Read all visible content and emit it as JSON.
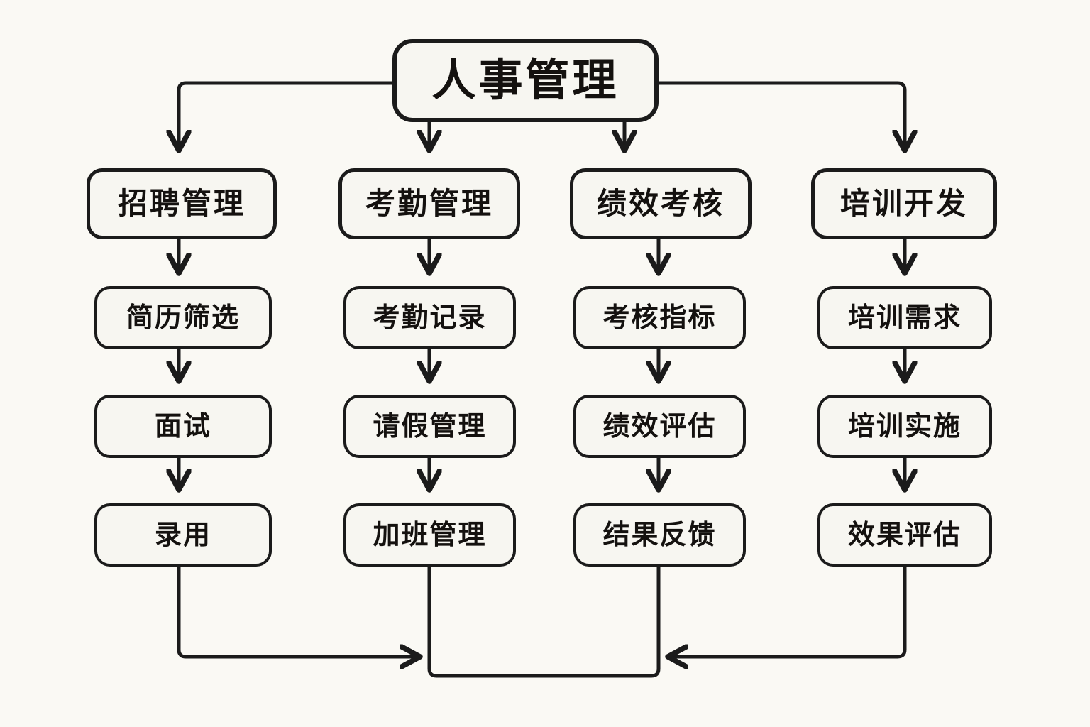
{
  "diagram": {
    "title": "人事管理",
    "type": "flowchart",
    "background_color": "#faf9f4",
    "node_fill_color": "#f7f6f1",
    "node_border_color": "#1b1b1b",
    "text_color": "#14110f",
    "root": {
      "id": "root",
      "label": "人事管理"
    },
    "columns": [
      {
        "id": "col-recruitment",
        "header": "招聘管理",
        "steps": [
          "简历筛选",
          "面试",
          "录用"
        ]
      },
      {
        "id": "col-attendance",
        "header": "考勤管理",
        "steps": [
          "考勤记录",
          "请假管理",
          "加班管理"
        ]
      },
      {
        "id": "col-performance",
        "header": "绩效考核",
        "steps": [
          "考核指标",
          "绩效评估",
          "结果反馈"
        ]
      },
      {
        "id": "col-training",
        "header": "培训开发",
        "steps": [
          "培训需求",
          "培训实施",
          "效果评估"
        ]
      }
    ],
    "edges": [
      {
        "from": "人事管理",
        "to": "招聘管理",
        "style": "elbow-arrow"
      },
      {
        "from": "人事管理",
        "to": "考勤管理",
        "style": "elbow-arrow"
      },
      {
        "from": "人事管理",
        "to": "绩效考核",
        "style": "elbow-arrow"
      },
      {
        "from": "人事管理",
        "to": "培训开发",
        "style": "elbow-arrow"
      },
      {
        "from": "招聘管理",
        "to": "简历筛选",
        "style": "straight-arrow"
      },
      {
        "from": "简历筛选",
        "to": "面试",
        "style": "straight-arrow"
      },
      {
        "from": "面试",
        "to": "录用",
        "style": "straight-arrow"
      },
      {
        "from": "考勤管理",
        "to": "考勤记录",
        "style": "straight-arrow"
      },
      {
        "from": "考勤记录",
        "to": "请假管理",
        "style": "straight-arrow"
      },
      {
        "from": "请假管理",
        "to": "加班管理",
        "style": "straight-arrow"
      },
      {
        "from": "绩效考核",
        "to": "考核指标",
        "style": "straight-arrow"
      },
      {
        "from": "考核指标",
        "to": "绩效评估",
        "style": "straight-arrow"
      },
      {
        "from": "绩效评估",
        "to": "结果反馈",
        "style": "straight-arrow"
      },
      {
        "from": "培训开发",
        "to": "培训需求",
        "style": "straight-arrow"
      },
      {
        "from": "培训需求",
        "to": "培训实施",
        "style": "straight-arrow"
      },
      {
        "from": "培训实施",
        "to": "效果评估",
        "style": "straight-arrow"
      },
      {
        "from": "录用",
        "to": "加班管理",
        "style": "bottom-loop-arrow-right"
      },
      {
        "from": "效果评估",
        "to": "结果反馈",
        "style": "bottom-loop-arrow-left"
      },
      {
        "from": "加班管理",
        "to": "结果反馈",
        "style": "bottom-loop-join"
      }
    ]
  }
}
